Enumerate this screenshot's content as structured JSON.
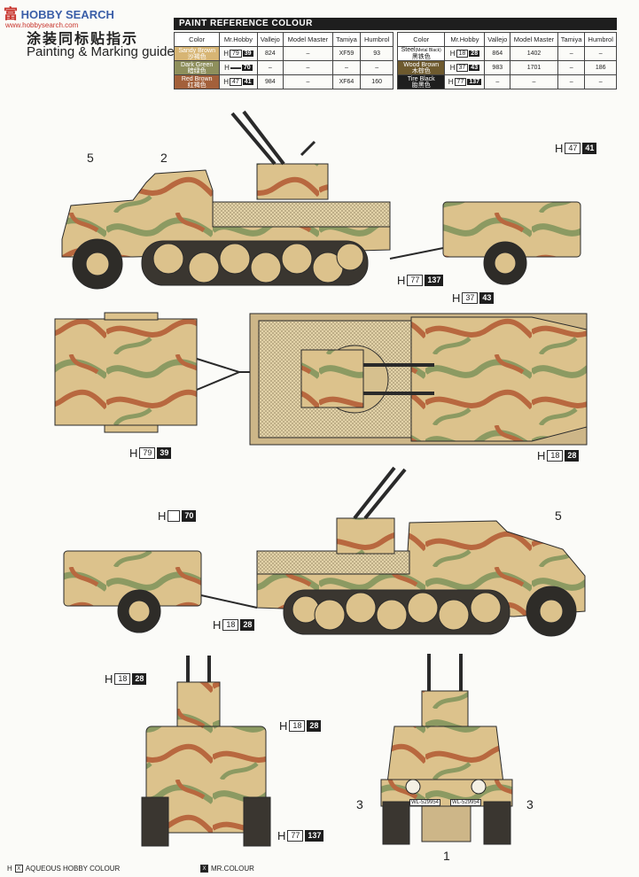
{
  "watermark": {
    "brand_big": "富",
    "brand_small": "HOBBY SEARCH",
    "url": "www.hobbysearch.com"
  },
  "title": {
    "chinese": "涂装同标贴指示",
    "english": "Painting & Marking guide"
  },
  "paint_reference": {
    "heading": "PAINT  REFERENCE COLOUR",
    "headers": [
      "Color",
      "Mr.Hobby",
      "Vallejo",
      "Model Master",
      "Tamiya",
      "Humbrol"
    ],
    "left_rows": [
      {
        "name": "Sandy Brown",
        "name_cn": "沙褐色",
        "swatch": "#d7b574",
        "text_color": "#ffffff",
        "h1": "79",
        "h2": "39",
        "vallejo": "824",
        "model_master": "–",
        "tamiya": "XF59",
        "humbrol": "93"
      },
      {
        "name": "Dark Green",
        "name_cn": "暗绿色",
        "swatch": "#8e8f5c",
        "text_color": "#ffffff",
        "h1": "",
        "h2": "70",
        "vallejo": "–",
        "model_master": "–",
        "tamiya": "–",
        "humbrol": "–"
      },
      {
        "name": "Red Brown",
        "name_cn": "红褐色",
        "swatch": "#a3603a",
        "text_color": "#ffffff",
        "h1": "47",
        "h2": "41",
        "vallejo": "984",
        "model_master": "–",
        "tamiya": "XF64",
        "humbrol": "160"
      }
    ],
    "right_rows": [
      {
        "name": "Steel",
        "name_sub": "(Metal Black)",
        "name_cn": "黑铁色",
        "swatch": "#ffffff",
        "text_color": "#111111",
        "h1": "18",
        "h2": "28",
        "vallejo": "864",
        "model_master": "1402",
        "tamiya": "–",
        "humbrol": "–"
      },
      {
        "name": "Wood Brown",
        "name_sub": "",
        "name_cn": "木棕色",
        "swatch": "#6e5a2e",
        "text_color": "#ffffff",
        "h1": "37",
        "h2": "43",
        "vallejo": "983",
        "model_master": "1701",
        "tamiya": "–",
        "humbrol": "186"
      },
      {
        "name": "Tire Black",
        "name_sub": "",
        "name_cn": "胎黑色",
        "swatch": "#1e1e1e",
        "text_color": "#ffffff",
        "h1": "77",
        "h2": "137",
        "vallejo": "–",
        "model_master": "–",
        "tamiya": "–",
        "humbrol": "–"
      }
    ]
  },
  "callouts": [
    {
      "id": "trailer-top",
      "h1": "47",
      "h2": "41"
    },
    {
      "id": "tracks-side1",
      "h1": "77",
      "h2": "137"
    },
    {
      "id": "top-wood",
      "h1": "37",
      "h2": "43"
    },
    {
      "id": "top-trailer",
      "h1": "79",
      "h2": "39"
    },
    {
      "id": "top-steel",
      "h1": "18",
      "h2": "28"
    },
    {
      "id": "side2-trailer",
      "h1": "",
      "h2": "70"
    },
    {
      "id": "side2-wheel",
      "h1": "18",
      "h2": "28"
    },
    {
      "id": "rear-gun",
      "h1": "18",
      "h2": "28"
    },
    {
      "id": "rear-mid",
      "h1": "18",
      "h2": "28"
    },
    {
      "id": "rear-track",
      "h1": "77",
      "h2": "137"
    }
  ],
  "callout_prefix": "H",
  "numbers": {
    "n5a": "5",
    "n2": "2",
    "n5b": "5",
    "n3a": "3",
    "n3b": "3",
    "n1": "1"
  },
  "plates": {
    "left": "WL-529954",
    "right": "WL-529954"
  },
  "legend": {
    "aqueous_symbol": "X",
    "aqueous": "AQUEOUS HOBBY COLOUR",
    "mr_symbol": "X",
    "mr": "MR.COLOUR"
  },
  "colors": {
    "sand": "#dcc28c",
    "green": "#8c9a62",
    "red_brown": "#b8683f",
    "track": "#3a3630",
    "outline": "#2a2a2a"
  }
}
